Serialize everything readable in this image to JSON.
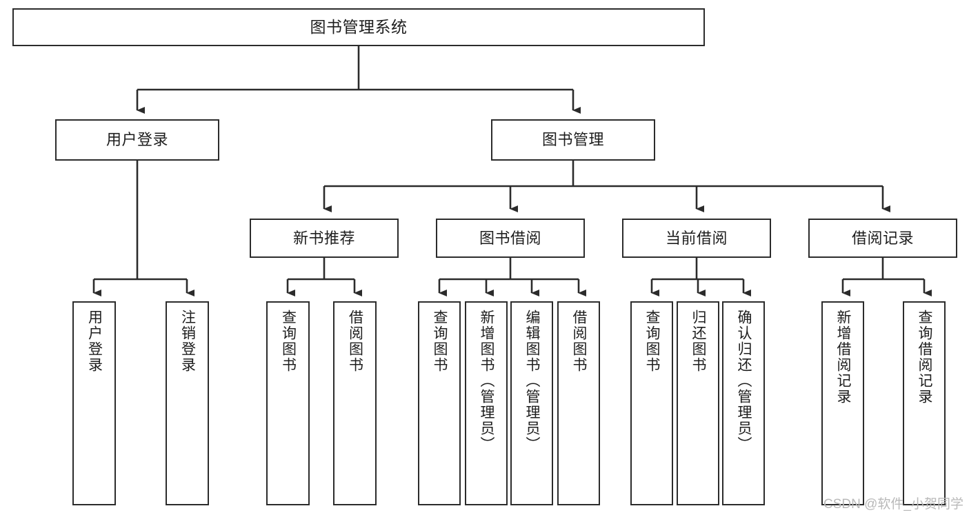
{
  "diagram": {
    "title": "图书管理系统",
    "type": "hierarchy-tree",
    "watermark": "CSDN @软件_小贺同学",
    "colors": {
      "stroke": "#2b2b2b",
      "fill": "#ffffff",
      "text": "#1d1d1d",
      "watermark": "#b9b9b9"
    },
    "levels": [
      {
        "level": 1,
        "nodes": [
          {
            "id": "root",
            "label": "图书管理系统"
          }
        ]
      },
      {
        "level": 2,
        "nodes": [
          {
            "id": "user-login",
            "label": "用户登录",
            "parent": "root"
          },
          {
            "id": "book-manage",
            "label": "图书管理",
            "parent": "root"
          }
        ]
      },
      {
        "level": 3,
        "nodes": [
          {
            "id": "new-book-rec",
            "label": "新书推荐",
            "parent": "book-manage"
          },
          {
            "id": "book-borrow",
            "label": "图书借阅",
            "parent": "book-manage"
          },
          {
            "id": "current-borrow",
            "label": "当前借阅",
            "parent": "book-manage"
          },
          {
            "id": "borrow-record",
            "label": "借阅记录",
            "parent": "book-manage"
          }
        ]
      },
      {
        "level": 4,
        "nodes": [
          {
            "id": "leaf-user-login",
            "label": "用户登录",
            "parent": "user-login"
          },
          {
            "id": "leaf-user-logout",
            "label": "注销登录",
            "parent": "user-login"
          },
          {
            "id": "leaf-rec-query",
            "label": "查询图书",
            "parent": "new-book-rec"
          },
          {
            "id": "leaf-rec-borrow",
            "label": "借阅图书",
            "parent": "new-book-rec"
          },
          {
            "id": "leaf-borrow-query",
            "label": "查询图书",
            "parent": "book-borrow"
          },
          {
            "id": "leaf-borrow-add",
            "label": "新增图书（管理员）",
            "parent": "book-borrow"
          },
          {
            "id": "leaf-borrow-edit",
            "label": "编辑图书（管理员）",
            "parent": "book-borrow"
          },
          {
            "id": "leaf-borrow-lend",
            "label": "借阅图书",
            "parent": "book-borrow"
          },
          {
            "id": "leaf-cur-query",
            "label": "查询图书",
            "parent": "current-borrow"
          },
          {
            "id": "leaf-cur-return",
            "label": "归还图书",
            "parent": "current-borrow"
          },
          {
            "id": "leaf-cur-confirm",
            "label": "确认归还（管理员）",
            "parent": "current-borrow"
          },
          {
            "id": "leaf-rec-add",
            "label": "新增借阅记录",
            "parent": "borrow-record"
          },
          {
            "id": "leaf-rec-search",
            "label": "查询借阅记录",
            "parent": "borrow-record"
          }
        ]
      }
    ]
  }
}
